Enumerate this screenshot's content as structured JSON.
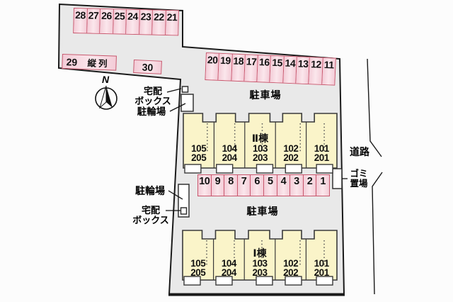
{
  "colors": {
    "stall_fill": "#f6d5de",
    "stall_border": "#c8586e",
    "building_fill": "#faf4c9",
    "building_border": "#3a3a3a",
    "parcel_fill": "#e9e9e9",
    "background": "#fcfcfc",
    "line": "#1a1a1a"
  },
  "labels": {
    "north": "N",
    "parking_lot_upper": "駐車場",
    "parking_lot_lower": "駐車場",
    "bicycle_upper": "駐輪場",
    "bicycle_lower": "駐輪場",
    "delivery_box_line1": "宅配",
    "delivery_box_line2": "ボックス",
    "road": "道路",
    "garbage_line1": "ゴミ",
    "garbage_line2": "置場",
    "tandem": "縦列"
  },
  "parking": {
    "row_top": [
      "28",
      "27",
      "26",
      "25",
      "24",
      "23",
      "22",
      "21"
    ],
    "stall_29": "29",
    "stall_30": "30",
    "row_upper_right": [
      "20",
      "19",
      "18",
      "17",
      "16",
      "15",
      "14",
      "13",
      "12",
      "11"
    ],
    "row_middle": [
      "10",
      "9",
      "8",
      "7",
      "6",
      "5",
      "4",
      "3",
      "2",
      "1"
    ]
  },
  "buildings": [
    {
      "name": "Ⅱ棟",
      "units": [
        {
          "upper": "105",
          "lower": "205"
        },
        {
          "upper": "104",
          "lower": "204"
        },
        {
          "upper": "103",
          "lower": "203"
        },
        {
          "upper": "102",
          "lower": "202"
        },
        {
          "upper": "101",
          "lower": "201"
        }
      ]
    },
    {
      "name": "Ⅰ棟",
      "units": [
        {
          "upper": "105",
          "lower": "205"
        },
        {
          "upper": "104",
          "lower": "204"
        },
        {
          "upper": "103",
          "lower": "203"
        },
        {
          "upper": "102",
          "lower": "202"
        },
        {
          "upper": "101",
          "lower": "201"
        }
      ]
    }
  ]
}
